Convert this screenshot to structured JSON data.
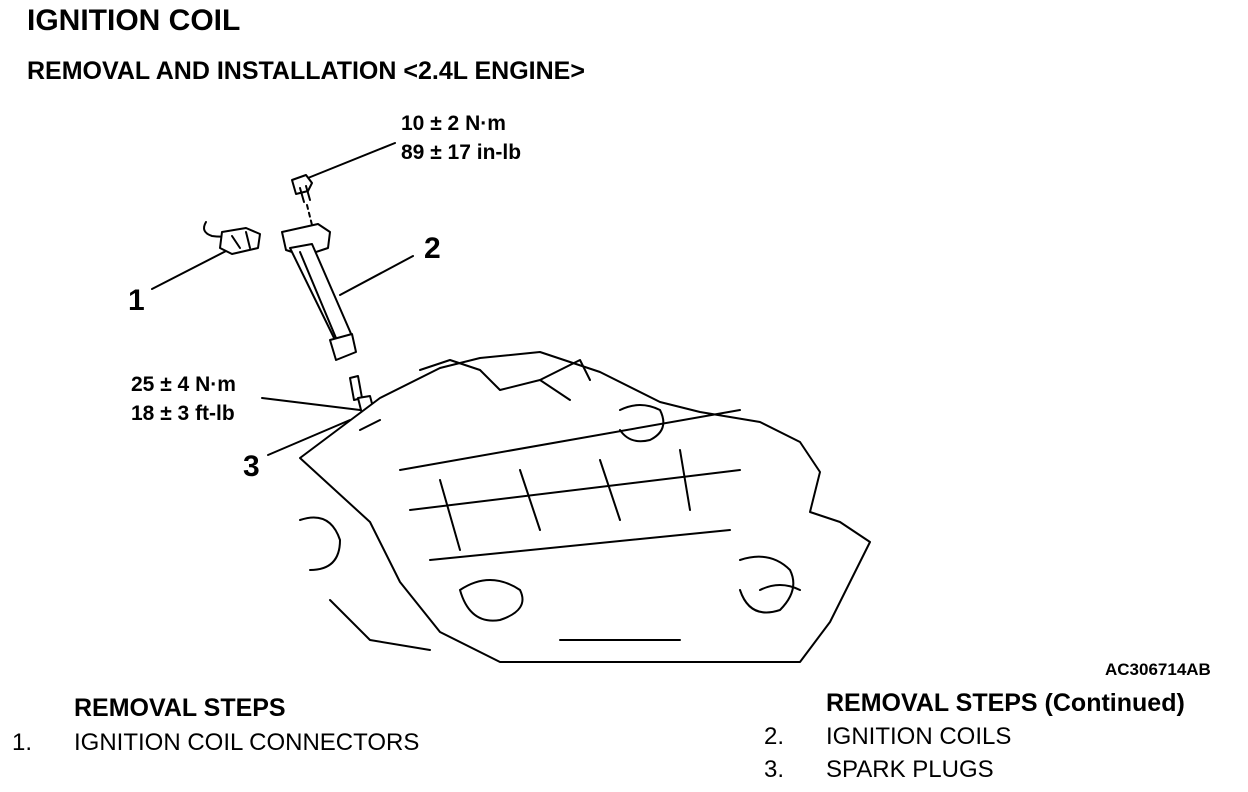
{
  "header": {
    "title": "IGNITION COIL",
    "subtitle": "REMOVAL AND INSTALLATION <2.4L ENGINE>"
  },
  "figure": {
    "torque_bolt": [
      "10 ± 2 N·m",
      "89 ± 17 in-lb"
    ],
    "torque_plug": [
      "25 ± 4 N·m",
      "18 ± 3 ft-lb"
    ],
    "callouts": [
      "1",
      "2",
      "3"
    ],
    "figure_id": "AC306714AB"
  },
  "removal_steps": {
    "heading": "REMOVAL STEPS",
    "items": [
      {
        "num": "1.",
        "label": "IGNITION COIL CONNECTORS"
      }
    ]
  },
  "removal_steps_continued": {
    "heading": "REMOVAL STEPS (Continued)",
    "items": [
      {
        "num": "2.",
        "label": "IGNITION COILS"
      },
      {
        "num": "3.",
        "label": "SPARK PLUGS"
      }
    ]
  }
}
